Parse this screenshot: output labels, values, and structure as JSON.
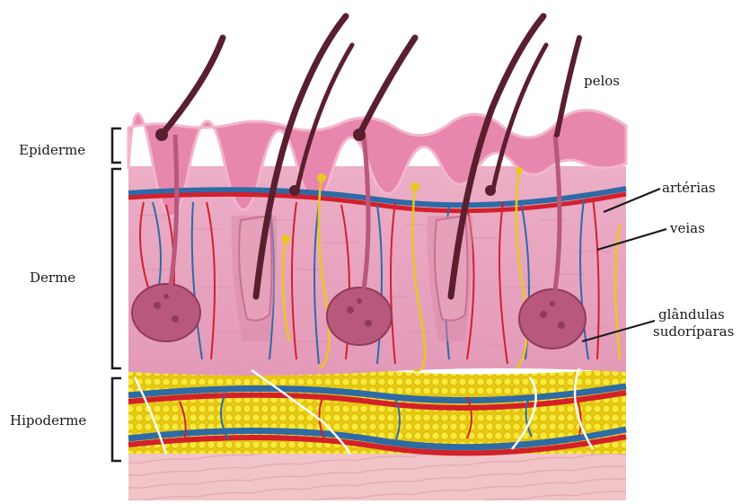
{
  "labels": {
    "epiderme": "Epiderme",
    "derme": "Derme",
    "hipoderme": "Hipoderme",
    "pelos": "pelos",
    "arterias": "artérias",
    "veias": "veias",
    "glandulas_line1": "glândulas",
    "glandulas_line2": "sudoríparas"
  },
  "colors": {
    "epidermis": "#e88ab0",
    "dermis": "#e9a3bd",
    "fat": "#f2e21a",
    "muscle": "#f2c6c9",
    "artery": "#d3202a",
    "vein": "#2e6aa6",
    "nerve": "#e8c820",
    "hair": "#5a1f2e",
    "gland": "#b8587c"
  },
  "icons": {
    "bracket": "bracket-icon"
  }
}
